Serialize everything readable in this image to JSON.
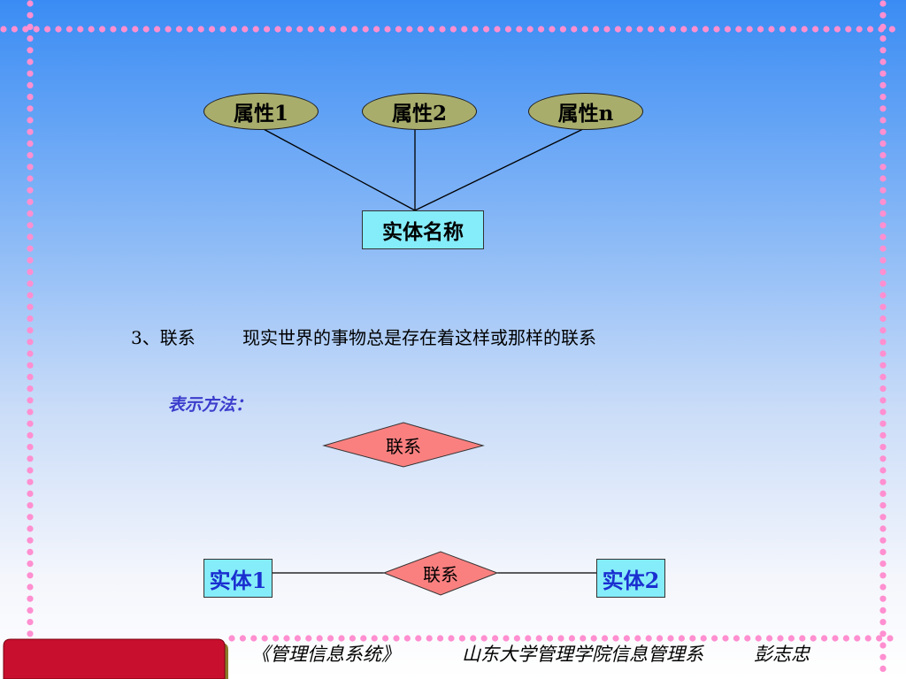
{
  "attributes": [
    {
      "label": "属性1"
    },
    {
      "label": "属性2"
    },
    {
      "label": "属性n"
    }
  ],
  "entity_name": "实体名称",
  "section": {
    "number_label": "3、联系",
    "description": "现实世界的事物总是存在着这样或那样的联系"
  },
  "method_label": "表示方法：",
  "relation_label": "联系",
  "relation_example": {
    "entity_left": "实体1",
    "relation": "联系",
    "entity_right": "实体2"
  },
  "footer": {
    "course": "《管理信息系统》",
    "department": "山东大学管理学院信息管理系",
    "author": "彭志忠"
  },
  "colors": {
    "ellipse_fill": "#a8ad6c",
    "entity_fill": "#85ecf9",
    "diamond_fill": "#fa8080",
    "border_dots": "#ff8fd0",
    "method_text": "#3c3ccc",
    "entity_text": "#1a2fd0"
  }
}
